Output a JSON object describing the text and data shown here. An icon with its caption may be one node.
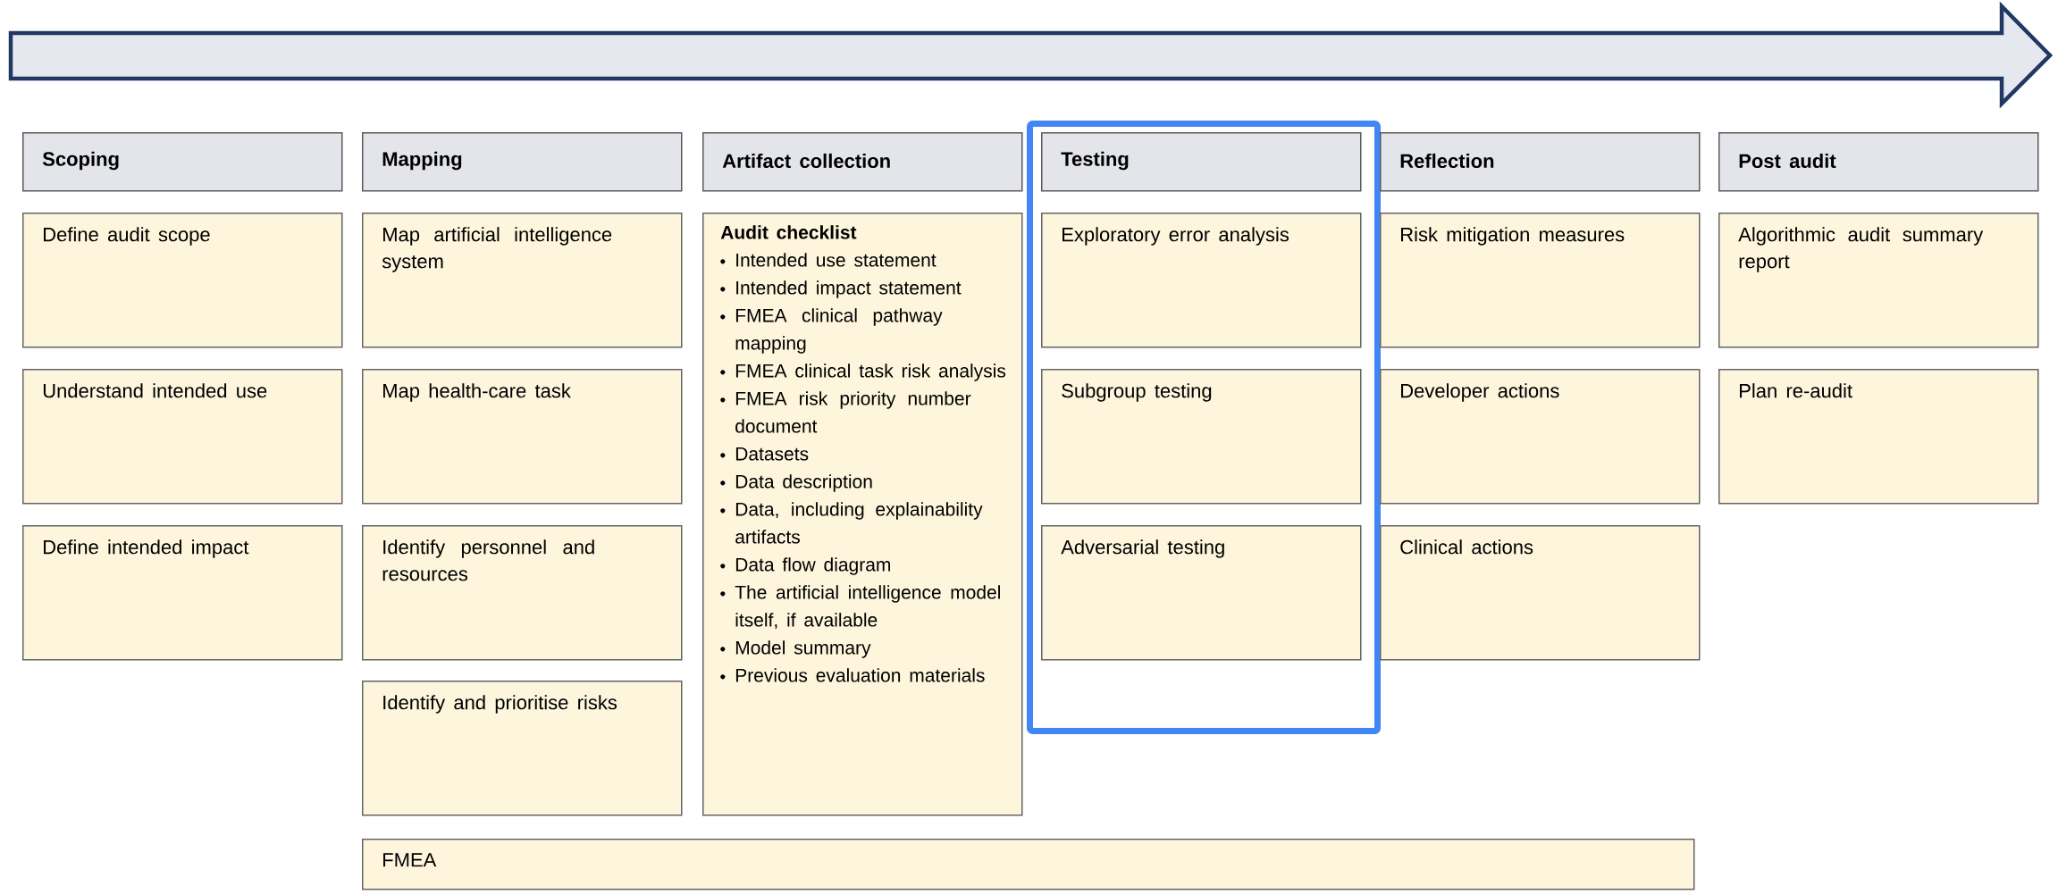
{
  "diagram": {
    "nodes": [
      {
        "text": [
          "Scoping"
        ]
      },
      {
        "text": [
          "Define audit scope"
        ]
      },
      {
        "text": [
          "Understand intended use"
        ]
      },
      {
        "text": [
          "Define intended impact"
        ]
      },
      {
        "text": [
          "Mapping"
        ]
      },
      {
        "text": [
          "Map artificial intelligence system"
        ]
      },
      {
        "text": [
          "Map health-care task"
        ]
      },
      {
        "text": [
          "Identify personnel and resources"
        ]
      },
      {
        "text": [
          "Identify and prioritise risks"
        ]
      },
      {
        "text": [
          "Artifact collection"
        ]
      },
      {
        "text": [
          "Audit checklist",
          "Intended use statement",
          "Intended impact statement",
          "FMEA clinical pathway mapping",
          "FMEA clinical task risk analysis",
          "FMEA risk priority number document",
          "Datasets",
          "Data description",
          "Data, including explainability artifacts",
          "Data flow diagram",
          "The artificial intelligence model itself, if available",
          "Model summary",
          "Previous evaluation materials"
        ]
      },
      {
        "text": [],
        "shape": "box"
      },
      {
        "text": [
          "Testing"
        ],
        "in": 11
      },
      {
        "text": [
          "Exploratory error analysis"
        ],
        "in": 11
      },
      {
        "text": [
          "Subgroup testing"
        ],
        "in": 11
      },
      {
        "text": [
          "Adversarial testing"
        ],
        "in": 11
      },
      {
        "text": [
          "Reflection"
        ]
      },
      {
        "text": [
          "Risk mitigation measures"
        ]
      },
      {
        "text": [
          "Developer actions"
        ]
      },
      {
        "text": [
          "Clinical actions"
        ]
      },
      {
        "text": [
          "Post audit"
        ]
      },
      {
        "text": [
          "Algorithmic audit summary report"
        ]
      },
      {
        "text": [
          "Plan re-audit"
        ]
      },
      {
        "text": [
          "FMEA"
        ]
      }
    ]
  }
}
